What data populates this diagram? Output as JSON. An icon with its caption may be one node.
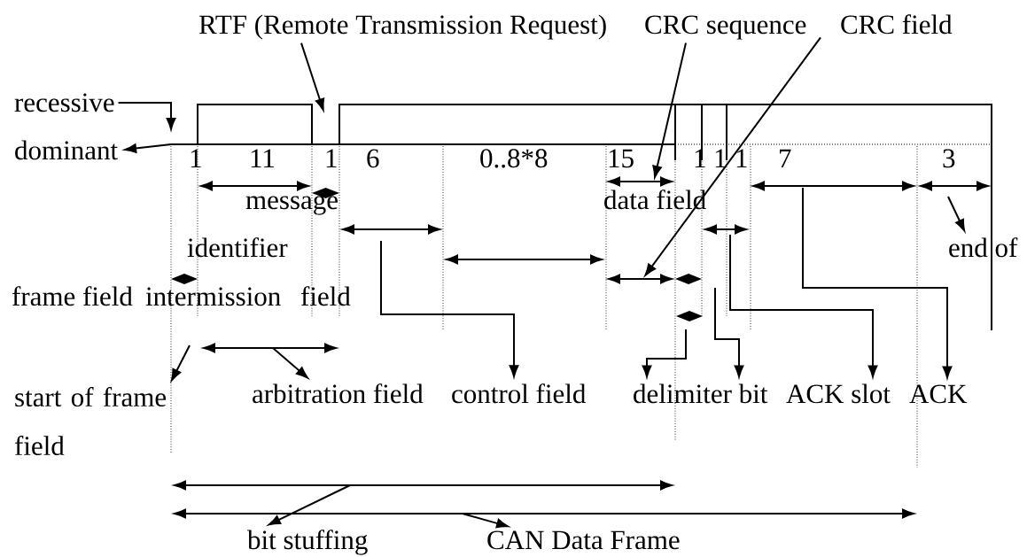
{
  "diagram": {
    "nodes": [
      {
        "text": [
          "RTF (Remote Transmission Request)"
        ]
      },
      {
        "text": [
          "CRC sequence"
        ]
      },
      {
        "text": [
          "CRC field"
        ]
      },
      {
        "text": [
          "recessive"
        ]
      },
      {
        "text": [
          "dominant"
        ]
      },
      {
        "text": [
          "end of"
        ]
      },
      {
        "text": [
          "start of frame field"
        ]
      },
      {
        "text": [
          "arbitration field"
        ]
      },
      {
        "text": [
          "control field"
        ]
      },
      {
        "text": [
          "delimiter bit"
        ]
      },
      {
        "text": [
          "ACK slot"
        ]
      },
      {
        "text": [
          "ACK"
        ]
      },
      {
        "text": [
          "bit stuffing"
        ]
      },
      {
        "text": [
          "CAN Data Frame"
        ]
      }
    ],
    "edges": [
      {
        "from": 3,
        "to": null,
        "arrow": "to"
      },
      {
        "from": null,
        "to": 4,
        "arrow": "to"
      },
      {
        "from": 0,
        "to": null,
        "arrow": "to"
      },
      {
        "from": 1,
        "to": null,
        "arrow": "to"
      },
      {
        "from": 2,
        "to": null,
        "arrow": "to"
      },
      {
        "from": null,
        "to": 5,
        "arrow": "to"
      },
      {
        "from": null,
        "to": 6,
        "arrow": "to"
      },
      {
        "from": null,
        "to": 7,
        "arrow": "to"
      },
      {
        "from": null,
        "to": 8,
        "arrow": "to"
      },
      {
        "from": null,
        "to": 9,
        "arrow": "to"
      },
      {
        "from": null,
        "to": 9,
        "arrow": "to"
      },
      {
        "from": null,
        "to": 10,
        "arrow": "to"
      },
      {
        "from": null,
        "to": 11,
        "arrow": "to"
      },
      {
        "from": null,
        "to": 12,
        "arrow": "to"
      },
      {
        "from": null,
        "to": 13,
        "arrow": "to"
      }
    ],
    "labels": [
      "1",
      "11",
      "1",
      "6",
      "0..8*8",
      "15",
      "1",
      "1",
      "1",
      "7",
      "3",
      "message",
      "data field",
      "identifier",
      "frame field",
      "intermission",
      "field"
    ]
  }
}
